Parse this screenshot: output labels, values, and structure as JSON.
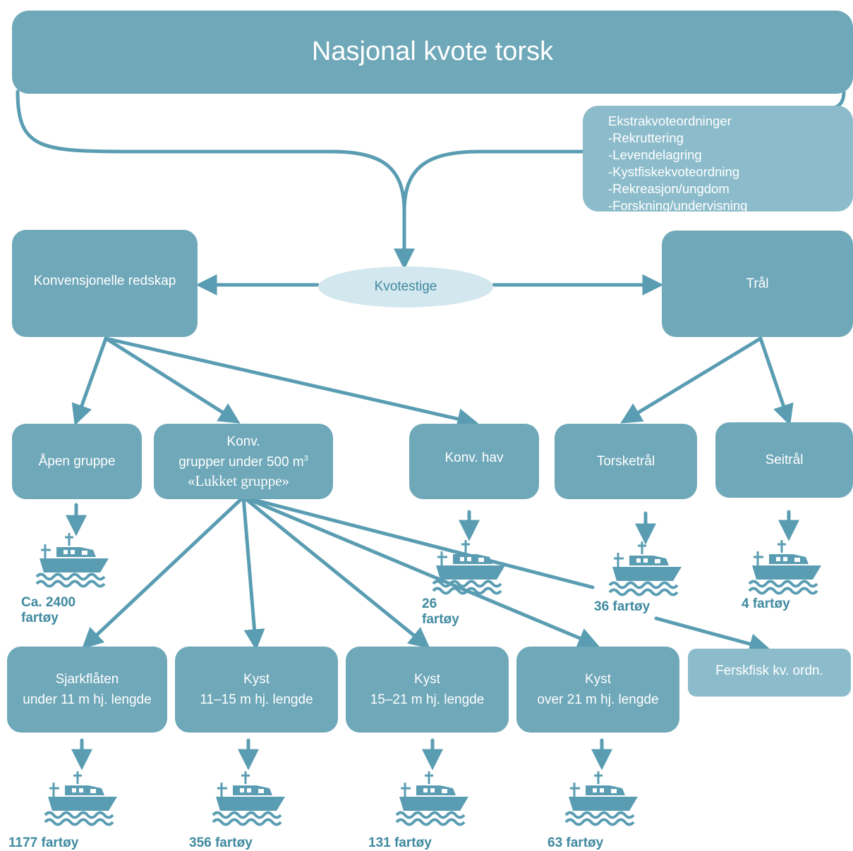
{
  "title": "Nasjonal kvote torsk",
  "extra": {
    "heading": "Ekstrakvoteordninger",
    "items": [
      "-Rekruttering",
      "-Levendelagring",
      "-Kystfiskekvoteordning",
      "-Rekreasjon/ungdom",
      "-Forskning/undervisning"
    ]
  },
  "kvotestige": "Kvotestige",
  "konvensjonelle": "Konvensjonelle redskap",
  "tral": "Trål",
  "level2": {
    "apen": "Åpen gruppe",
    "konv_line1": "Konv.",
    "konv_line2": "grupper under 500 m",
    "konv_sup": "3",
    "konv_line3": "«Lukket gruppe»",
    "konv_hav": "Konv. hav",
    "torsketral": "Torsketrål",
    "seitral": "Seitrål"
  },
  "level3": {
    "sjark_line1": "Sjarkflåten",
    "sjark_line2": "under 11 m hj. lengde",
    "kyst1_line1": "Kyst",
    "kyst1_line2": "11–15 m hj. lengde",
    "kyst2_line1": "Kyst",
    "kyst2_line2": "15–21 m hj. lengde",
    "kyst3_line1": "Kyst",
    "kyst3_line2": "over 21 m hj. lengde",
    "ferskfisk": "Ferskfisk kv. ordn."
  },
  "counts": {
    "apen_1": "Ca. 2400",
    "apen_2": "fartøy",
    "hav_1": "26",
    "hav_2": "fartøy",
    "torsk": "36 fartøy",
    "sei": "4 fartøy",
    "sjark": "1177 fartøy",
    "kyst1": "356 fartøy",
    "kyst2": "131 fartøy",
    "kyst3": "63 fartøy"
  },
  "colors": {
    "box": "#6fa8b9",
    "box_light": "#8cbccb",
    "arrow": "#5a9db2",
    "ellipse": "#d3e7ee",
    "text_accent": "#3f8aa0"
  },
  "icons": [
    "fishing-boat-icon"
  ]
}
